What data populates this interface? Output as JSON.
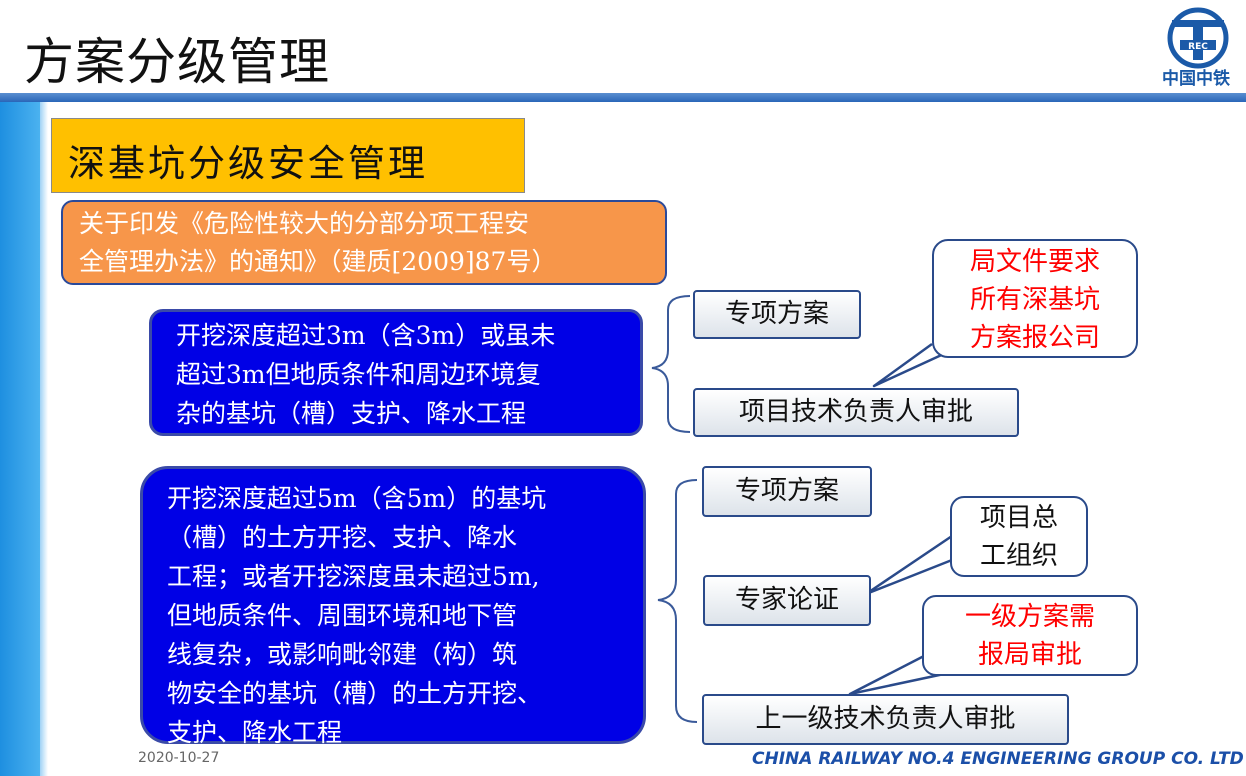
{
  "slide_title": "方案分级管理",
  "logo_text": "中国中铁",
  "heading": "深基坑分级安全管理",
  "notice": {
    "line1": "关于印发《危险性较大的分部分项工程安",
    "line2": "全管理办法》的通知》（建质[2009]87号）"
  },
  "level1": {
    "lines": [
      "开挖深度超过3m（含3m）或虽未",
      "超过3m但地质条件和周边环境复",
      "杂的基坑（槽）支护、降水工程"
    ],
    "items": [
      "专项方案",
      "项目技术负责人审批"
    ],
    "callout": [
      "局文件要求",
      "所有深基坑",
      "方案报公司"
    ]
  },
  "level2": {
    "lines": [
      "开挖深度超过5m（含5m）的基坑",
      "（槽）的土方开挖、支护、降水",
      "工程；或者开挖深度虽未超过5m,",
      "但地质条件、周围环境和地下管",
      "线复杂，或影响毗邻建（构）筑",
      "物安全的基坑（槽）的土方开挖、",
      "支护、降水工程"
    ],
    "items": [
      "专项方案",
      "专家论证",
      "上一级技术负责人审批"
    ],
    "callout_org": [
      "项目总",
      "工组织"
    ],
    "callout_red": [
      "一级方案需",
      "报局审批"
    ]
  },
  "footer": {
    "date": "2020-10-27",
    "company": "CHINA RAILWAY NO.4 ENGINEERING GROUP CO. LTD"
  },
  "colors": {
    "heading_bg": "#ffc000",
    "notice_bg": "#f7964a",
    "box_blue": "#0000e6",
    "callout_red": "#ff0000",
    "accent_blue": "#1e8fe0"
  }
}
